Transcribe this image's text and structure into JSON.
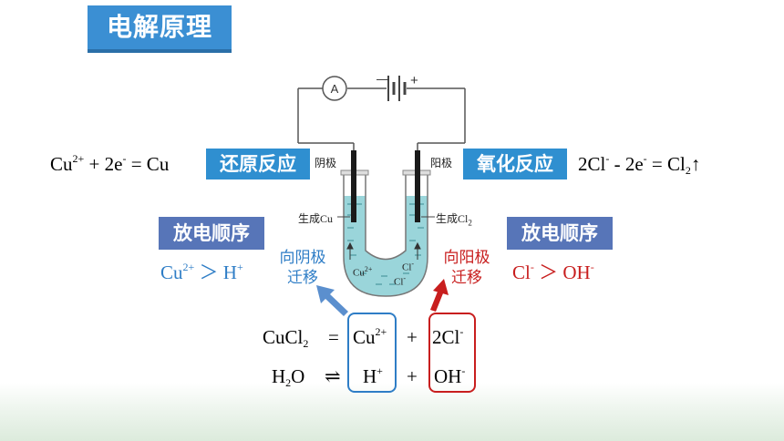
{
  "title": "电解原理",
  "circuit": {
    "ammeter": "A",
    "minus": "—",
    "plus": "+"
  },
  "left": {
    "equation": {
      "a": "Cu",
      "a_sup": "2+",
      "b": " + 2e",
      "b_sup": "-",
      "c": " = Cu"
    },
    "reaction_tag": "还原反应",
    "electrode_label": "阴极",
    "product_label": "生成Cu",
    "ion_label": "Cu",
    "ion_sup": "2+",
    "order_tag": "放电顺序",
    "order": {
      "a": "Cu",
      "a_sup": "2+",
      "b": " ＞ H",
      "b_sup": "+"
    },
    "migration": [
      "向阴极",
      "迁移"
    ]
  },
  "right": {
    "equation": {
      "a": "2Cl",
      "a_sup": "-",
      "b": " - 2e",
      "b_sup": "-",
      "c": " = Cl",
      "c_sub": "2",
      "d": "↑"
    },
    "reaction_tag": "氧化反应",
    "electrode_label": "阳极",
    "product_label": "生成Cl",
    "product_sub": "2",
    "ion_label": "Cl",
    "ion_sup": "-",
    "order_tag": "放电顺序",
    "order": {
      "a": "Cl",
      "a_sup": "-",
      "b": " ＞ OH",
      "b_sup": "-"
    },
    "migration": [
      "向阳极",
      "迁移"
    ]
  },
  "bottom_equations": {
    "line1": {
      "lhs": "CuCl",
      "lhs_sub": "2",
      "op": "=",
      "cation": "Cu",
      "cation_sup": "2+",
      "plus": "+",
      "anion": "2Cl",
      "anion_sup": "-"
    },
    "line2": {
      "lhs_a": "H",
      "lhs_sub": "2",
      "lhs_b": "O",
      "op": "⇌",
      "cation": "H",
      "cation_sup": "+",
      "plus": "+",
      "anion": "OH",
      "anion_sup": "-"
    }
  },
  "colors": {
    "cathode_side": "#2e7dc6",
    "anode_side": "#c81e1e",
    "solution": "#8fd0d6"
  }
}
